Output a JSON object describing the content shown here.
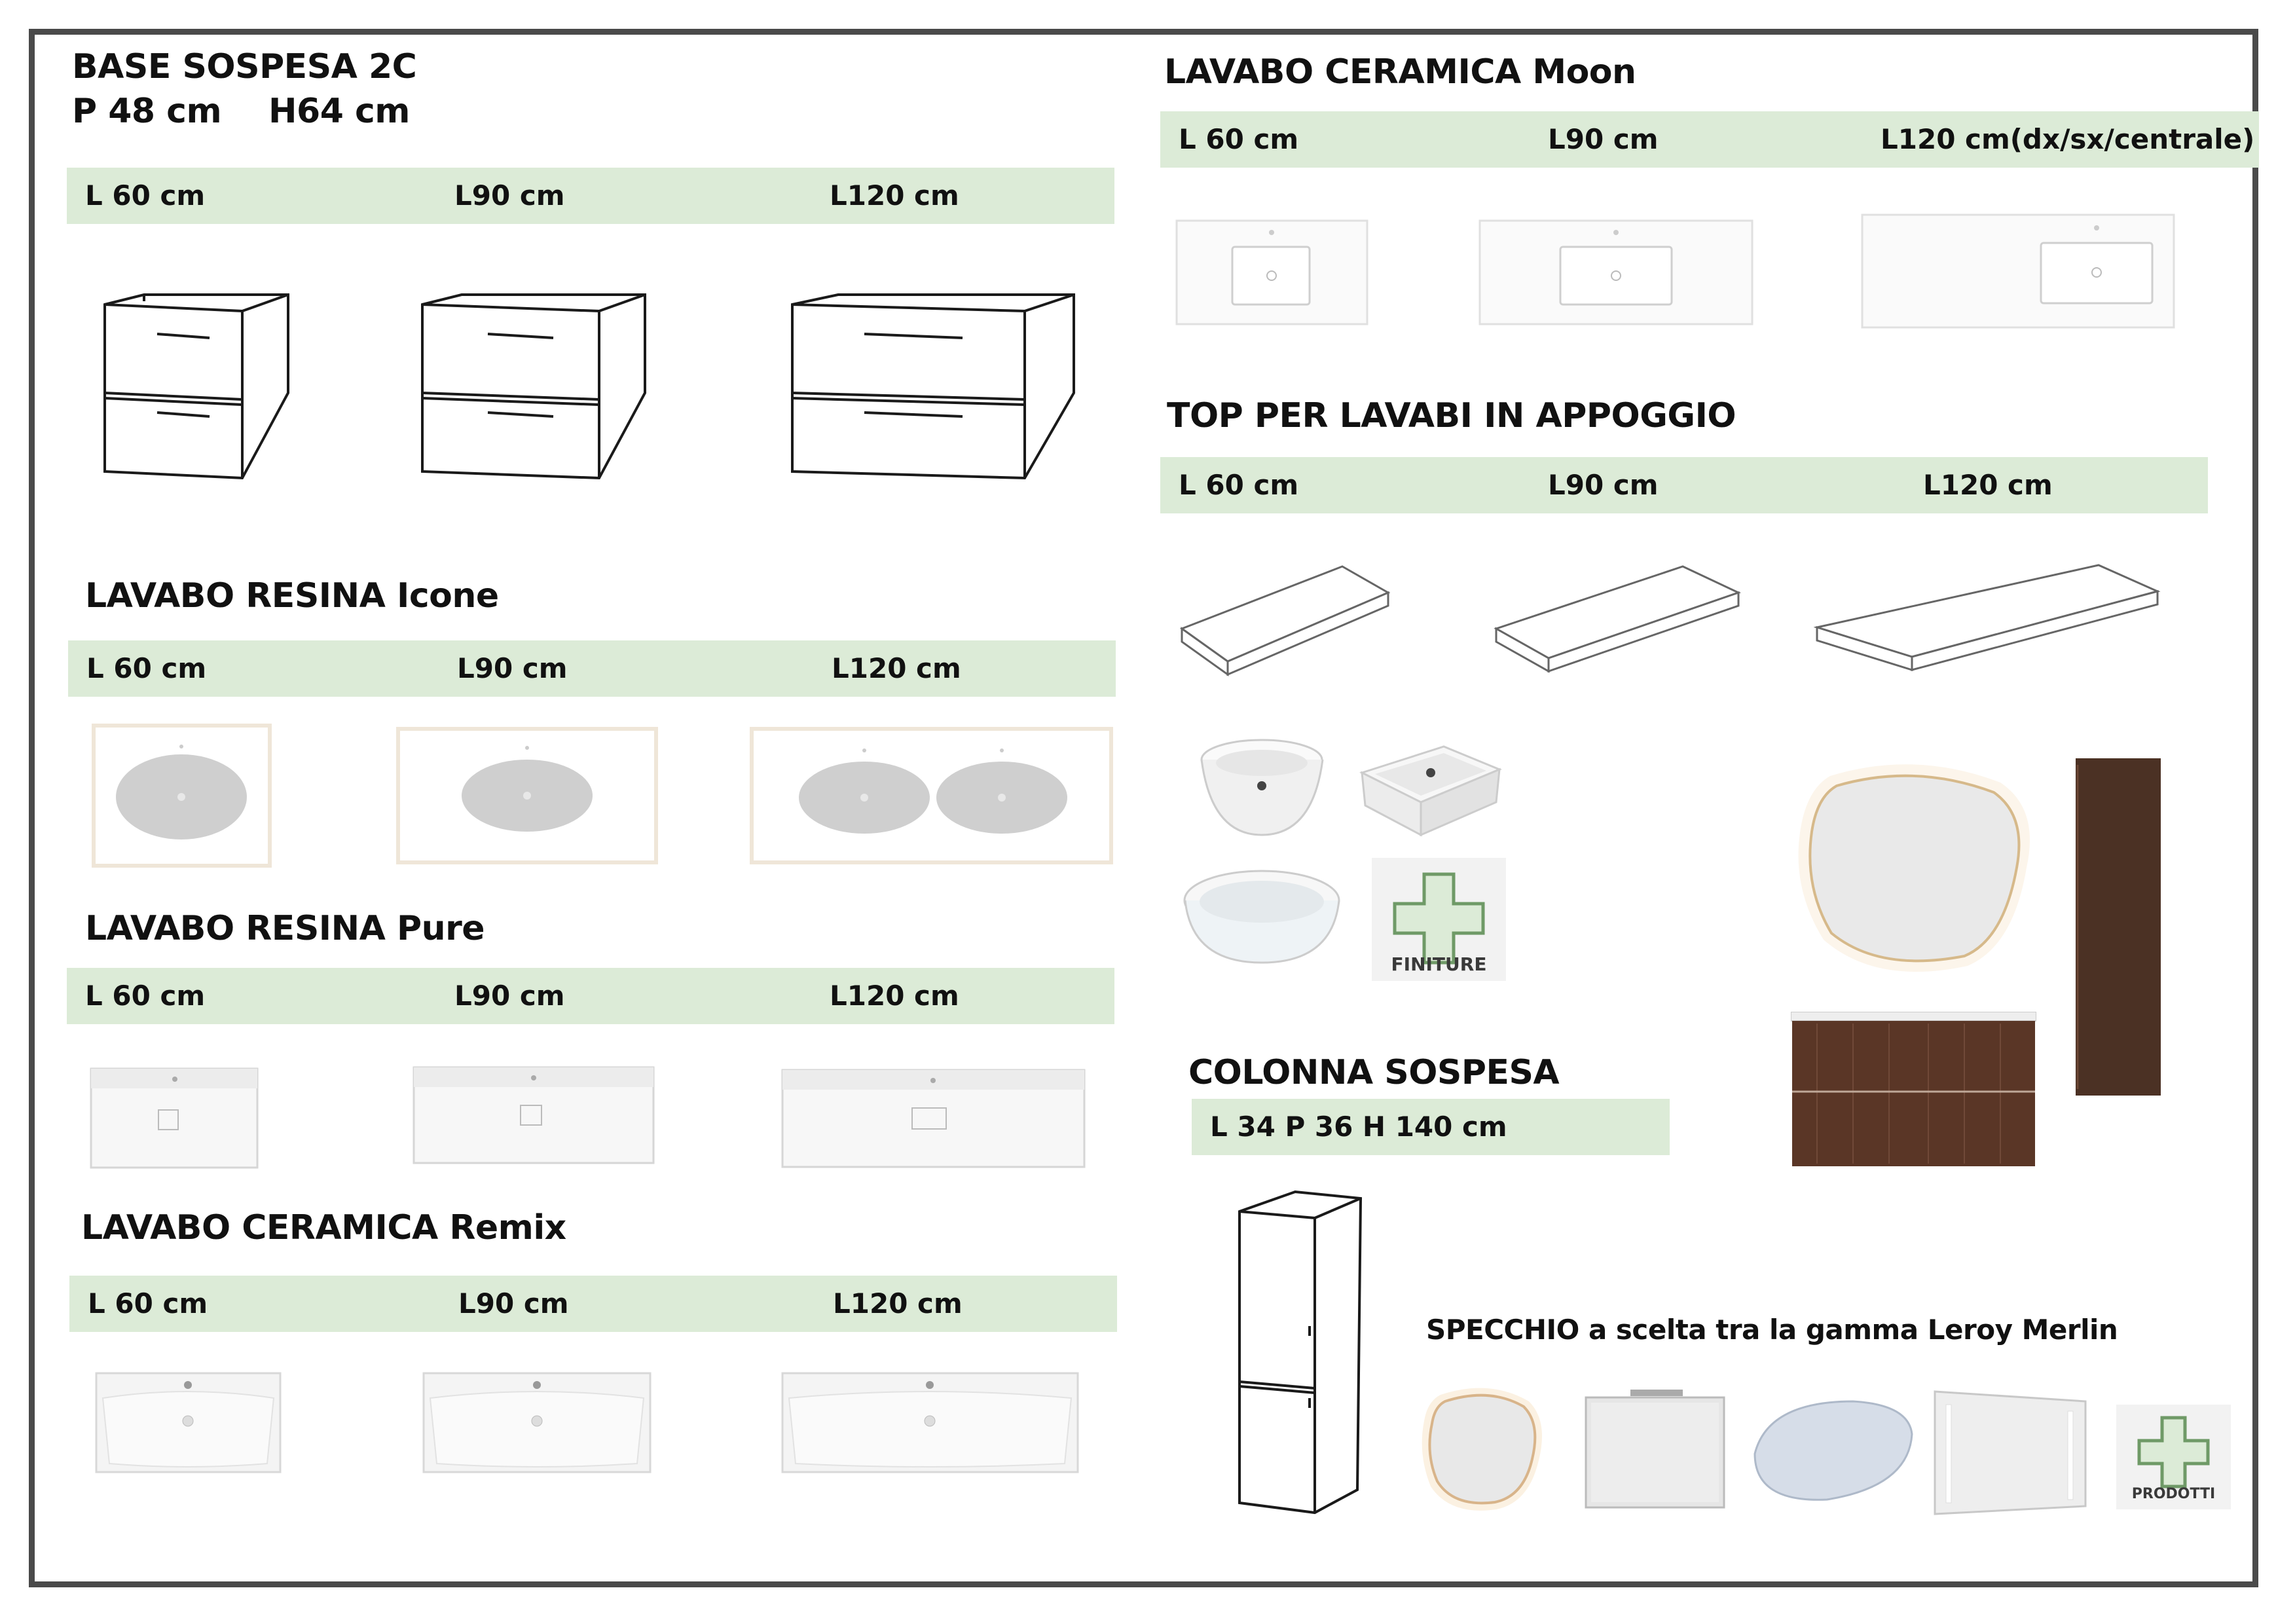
{
  "base_sospesa": {
    "title": "BASE SOSPESA 2C",
    "depth": "P 48 cm",
    "height": "H64 cm",
    "sizes": [
      "L 60 cm",
      "L90 cm",
      "L120 cm"
    ]
  },
  "lavabo_resina_icone": {
    "title": "LAVABO RESINA Icone",
    "sizes": [
      "L 60 cm",
      "L90 cm",
      "L120 cm"
    ]
  },
  "lavabo_resina_pure": {
    "title": "LAVABO RESINA Pure",
    "sizes": [
      "L 60 cm",
      "L90 cm",
      "L120 cm"
    ]
  },
  "lavabo_ceramica_remix": {
    "title": "LAVABO CERAMICA Remix",
    "sizes": [
      "L 60 cm",
      "L90 cm",
      "L120 cm"
    ]
  },
  "lavabo_ceramica_moon": {
    "title": "LAVABO CERAMICA Moon",
    "sizes": [
      "L 60 cm",
      "L90 cm",
      "L120 cm(dx/sx/centrale)"
    ]
  },
  "top_lavabi": {
    "title": "TOP PER LAVABI IN APPOGGIO",
    "sizes": [
      "L 60 cm",
      "L90 cm",
      "L120 cm"
    ]
  },
  "finiture_card": {
    "label": "FINITURE",
    "icon": "plus-icon"
  },
  "colonna_sospesa": {
    "title": "COLONNA SOSPESA",
    "dimensions": "L 34  P 36  H 140 cm"
  },
  "specchio": {
    "text": "SPECCHIO a scelta tra la gamma Leroy Merlin"
  },
  "prodotti_card": {
    "label": "PRODOTTI",
    "icon": "plus-icon"
  },
  "colors": {
    "band": "#dcebd7",
    "frame": "#4a4a4a",
    "plus_fill": "#dcebd7",
    "plus_stroke": "#6f9a67",
    "wood": "#4b3124"
  }
}
